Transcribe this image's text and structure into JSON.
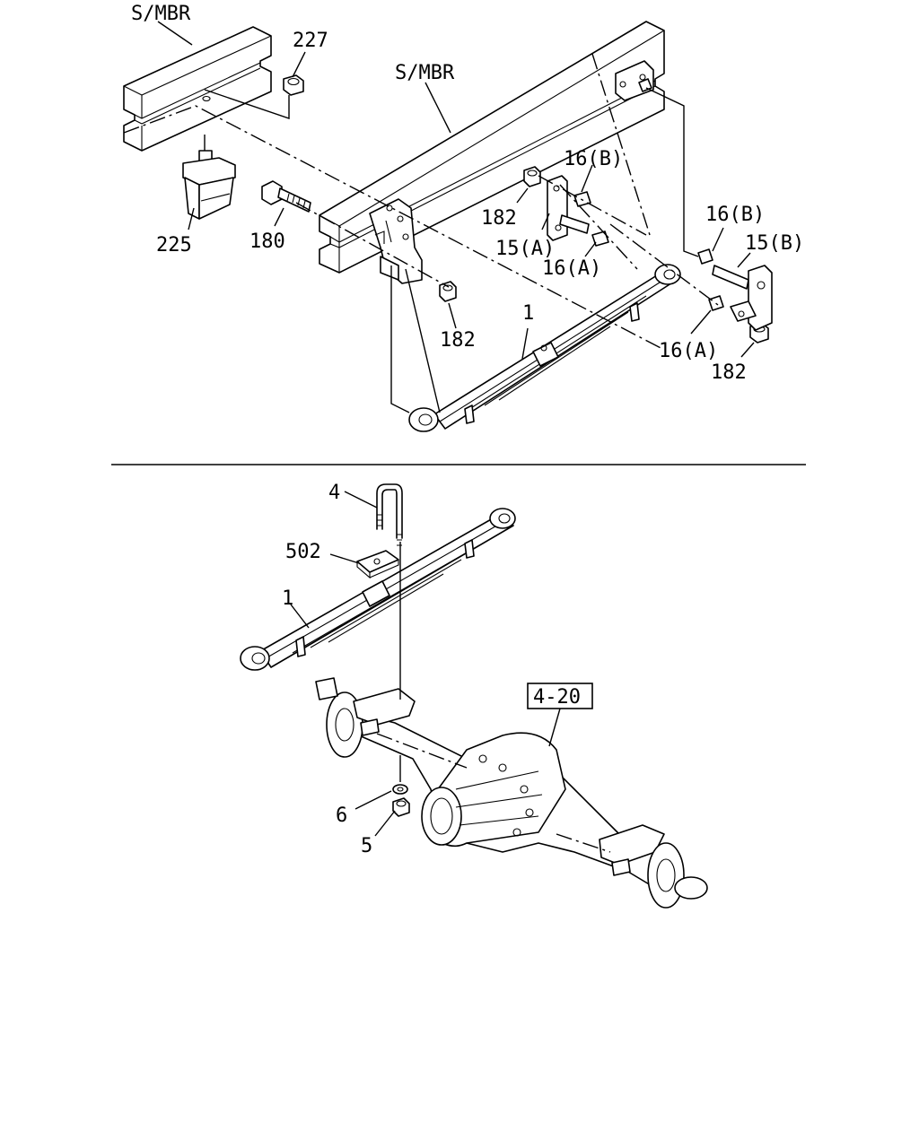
{
  "colors": {
    "line": "#000000",
    "background": "#ffffff"
  },
  "labels": {
    "smbr_top_left": "S/MBR",
    "smbr_main": "S/MBR",
    "l227": "227",
    "l225": "225",
    "l180": "180",
    "l182_upper": "182",
    "l182_mid": "182",
    "l182_right": "182",
    "l16b_upper": "16(B)",
    "l16b_right": "16(B)",
    "l15a": "15(A)",
    "l15b": "15(B)",
    "l16a_upper": "16(A)",
    "l16a_lower": "16(A)",
    "l1_upper": "1",
    "l4": "4",
    "l502": "502",
    "l1_lower": "1",
    "l6": "6",
    "l5": "5",
    "ref_box": "4-20"
  }
}
